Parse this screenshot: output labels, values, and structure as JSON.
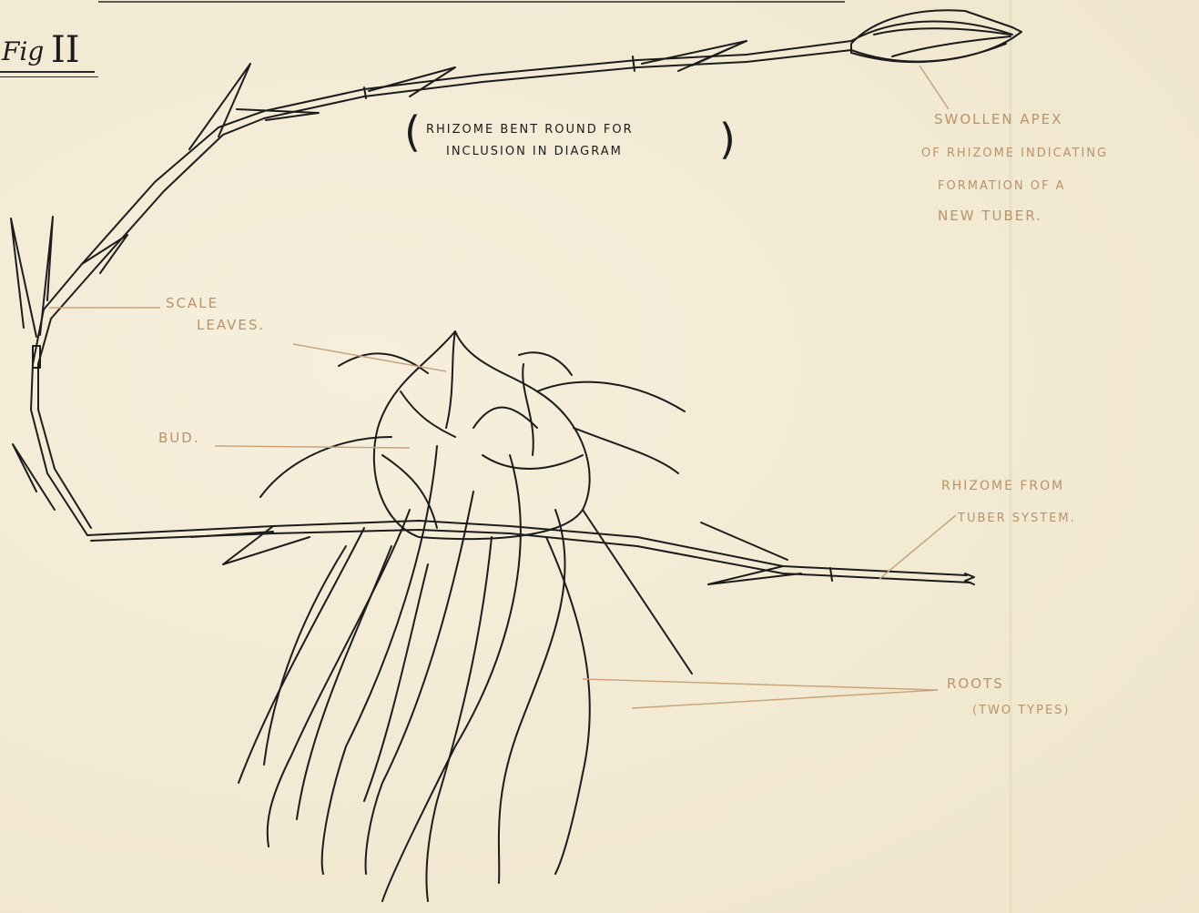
{
  "figure": {
    "prefix": "Fig",
    "numeral": "II"
  },
  "note": {
    "line1": "Rhizome bent round for",
    "line2": "inclusion in Diagram"
  },
  "labels": {
    "apex": [
      "Swollen Apex",
      "of Rhizome indicating",
      "formation of a",
      "New Tuber."
    ],
    "scale_leaves": [
      "Scale",
      "Leaves."
    ],
    "bud": "Bud.",
    "rhizome": [
      "Rhizome from",
      "Tuber system."
    ],
    "roots": [
      "Roots",
      "(Two Types)"
    ]
  },
  "colors": {
    "ink": "#1c1c1c",
    "label_ink": "#b9936a",
    "paper": "#f4ecd6"
  }
}
